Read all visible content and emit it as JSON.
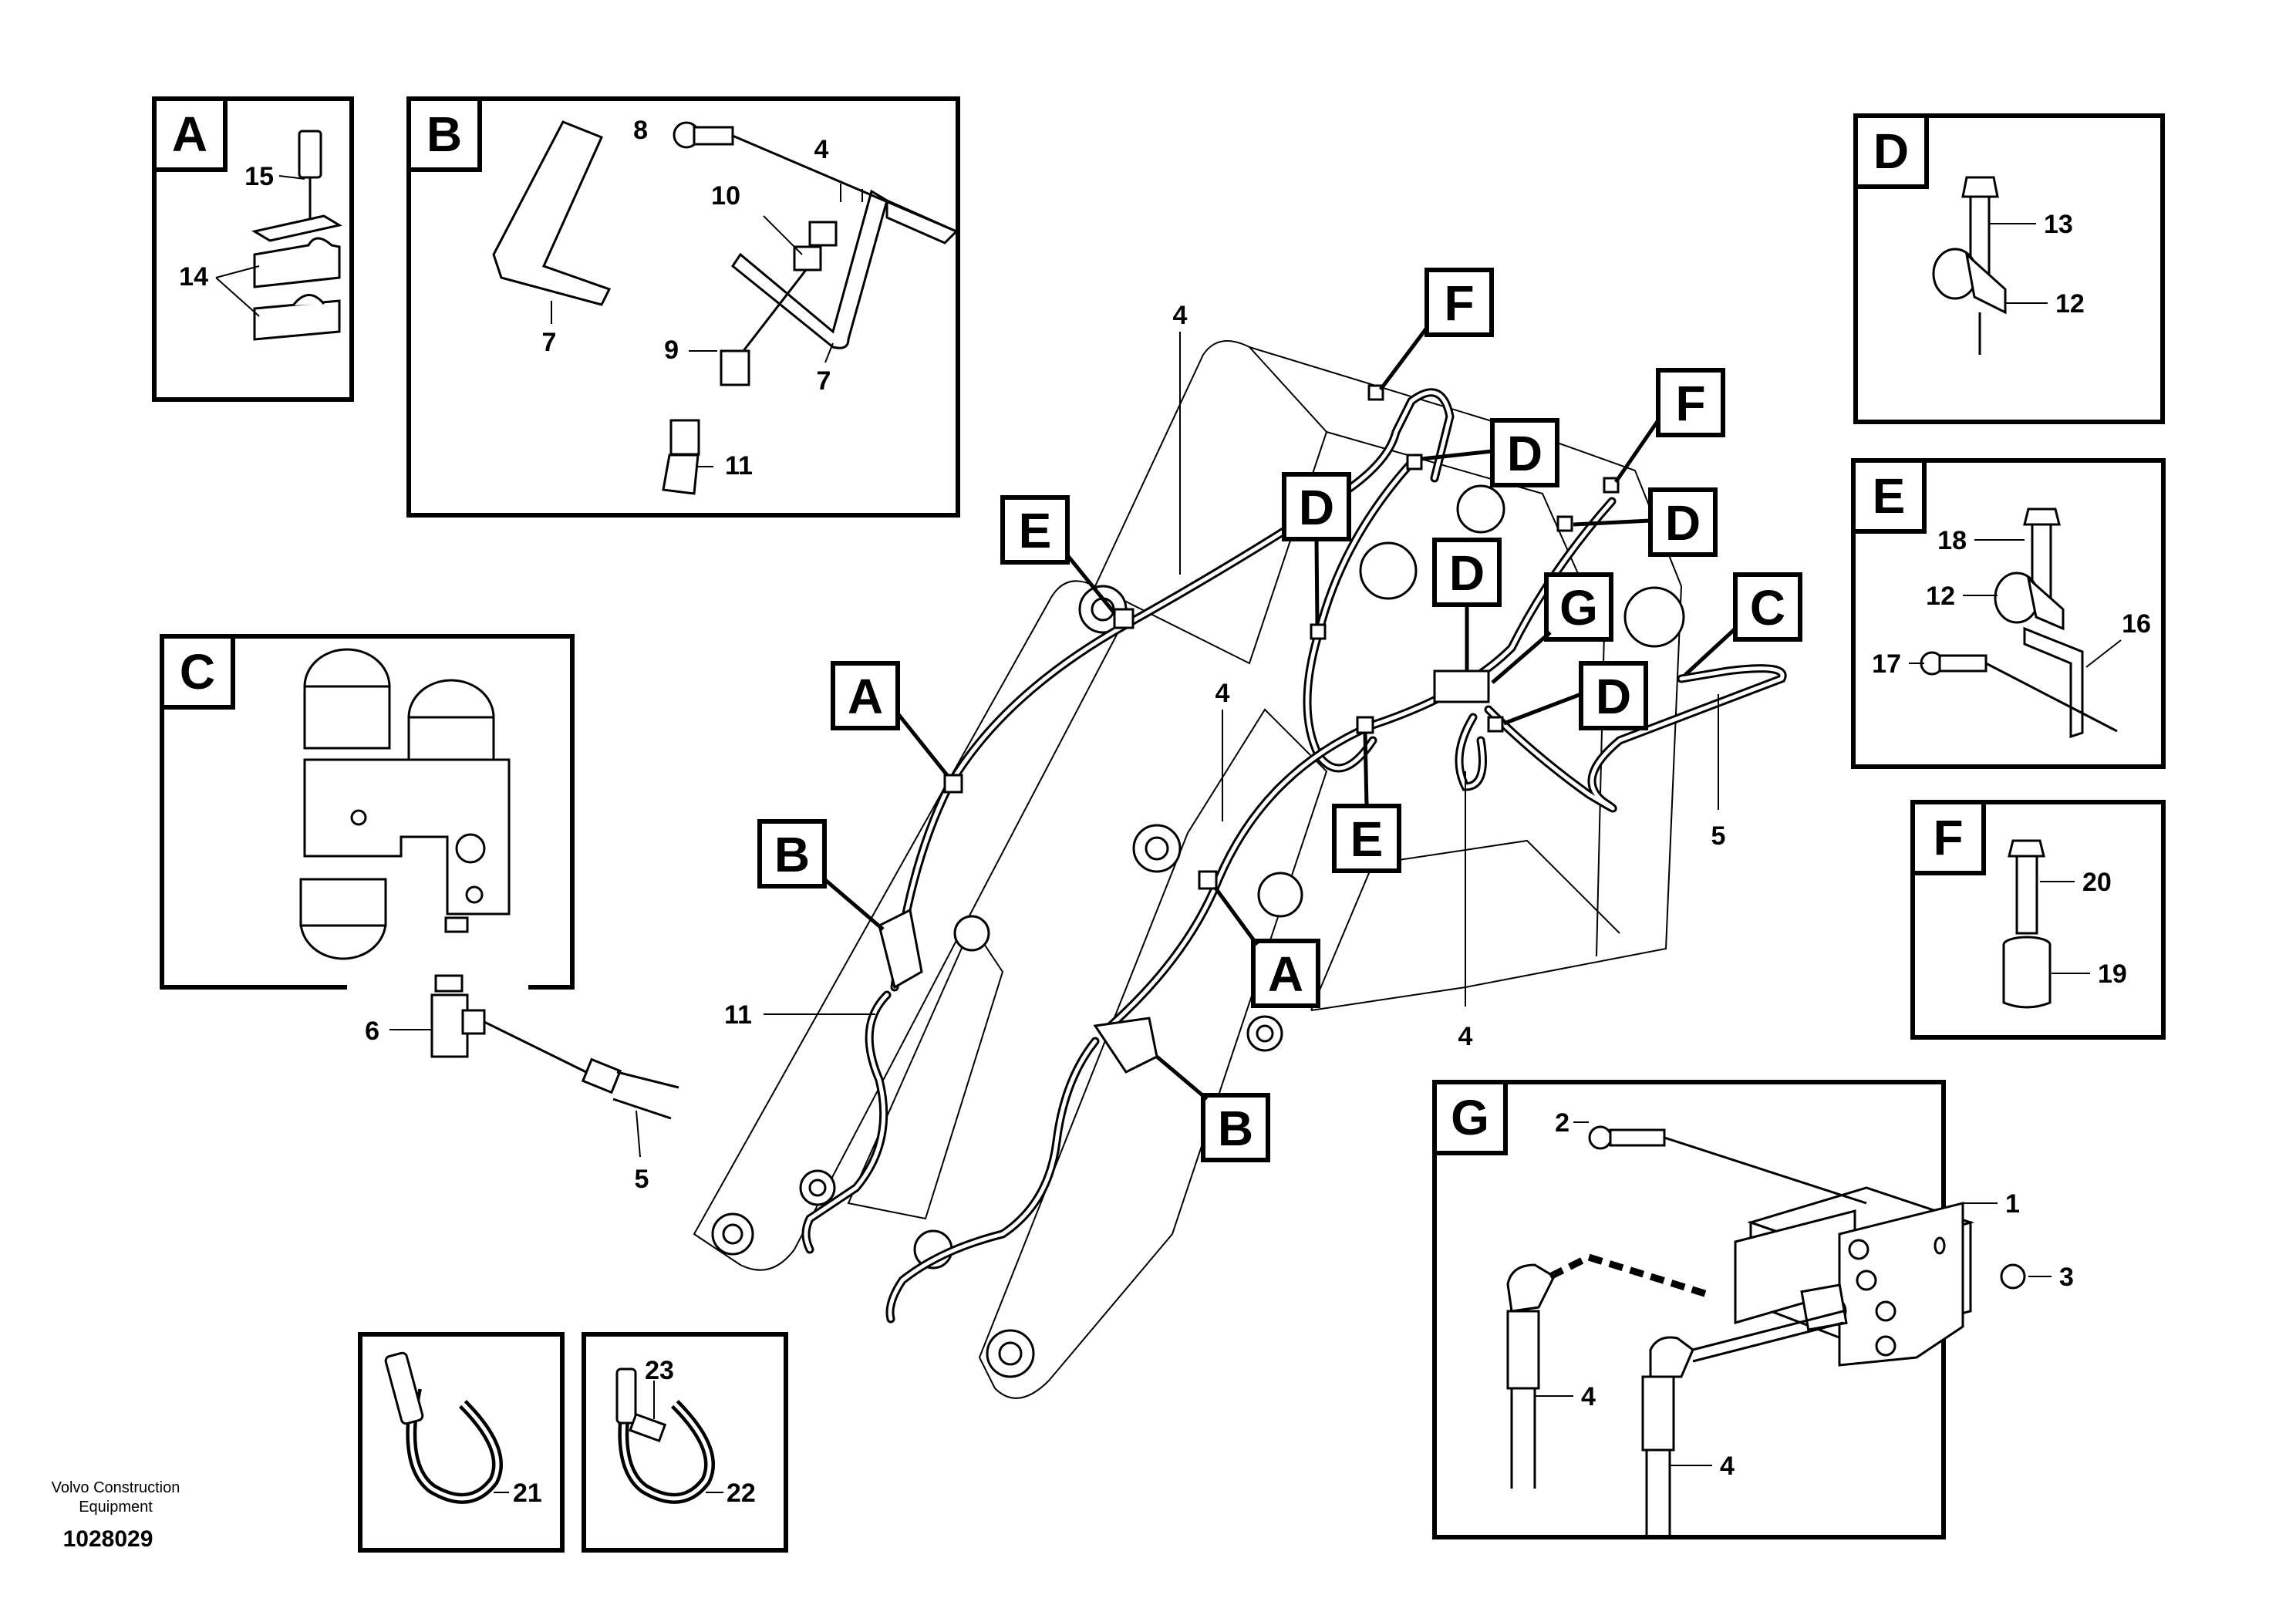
{
  "callout_tags": [
    "A",
    "B",
    "C",
    "D",
    "E",
    "F",
    "G"
  ],
  "detail_titles": {
    "a": "A",
    "b": "B",
    "c": "C",
    "d": "D",
    "e": "E",
    "f": "F",
    "g": "G"
  },
  "part_numbers": {
    "p1": "1",
    "p2": "2",
    "p3": "3",
    "p4": "4",
    "p5": "5",
    "p6": "6",
    "p7": "7",
    "p8": "8",
    "p9": "9",
    "p10": "10",
    "p11": "11",
    "p12": "12",
    "p13": "13",
    "p14": "14",
    "p15": "15",
    "p16": "16",
    "p17": "17",
    "p18": "18",
    "p19": "19",
    "p20": "20",
    "p21": "21",
    "p22": "22",
    "p23": "23"
  },
  "credit": {
    "line1": "Volvo Construction",
    "line2": "Equipment",
    "doc_number": "1028029"
  }
}
